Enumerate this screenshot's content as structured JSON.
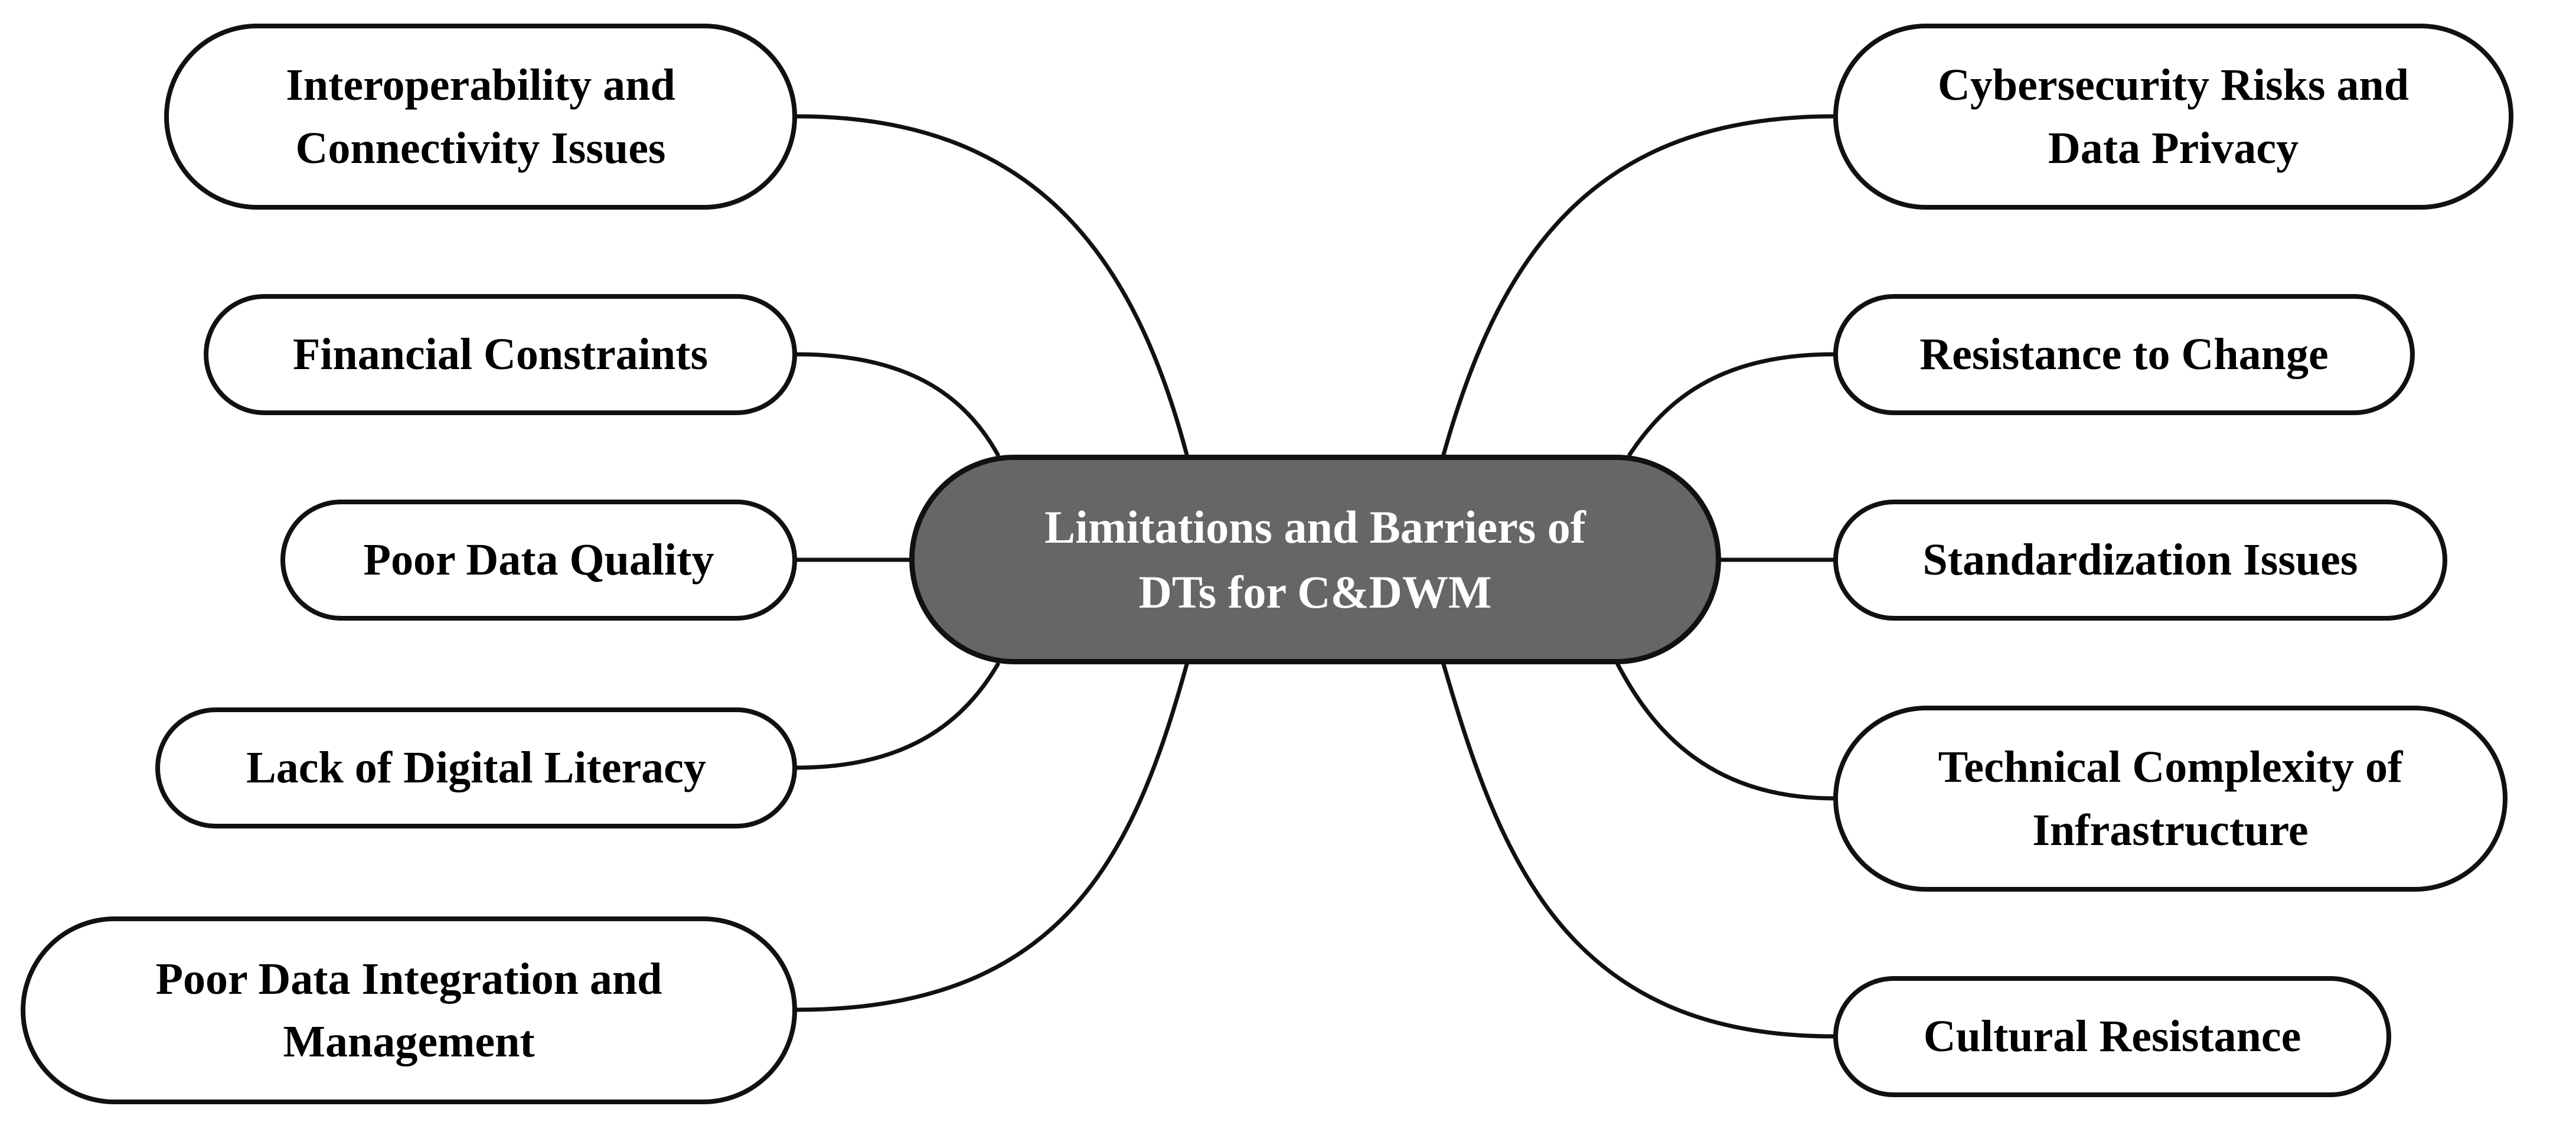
{
  "center": {
    "line1": "Limitations and Barriers of",
    "line2": "DTs for C&DWM"
  },
  "left_nodes": [
    {
      "line1": "Interoperability and",
      "line2": "Connectivity Issues"
    },
    {
      "line1": "Financial Constraints"
    },
    {
      "line1": "Poor Data Quality"
    },
    {
      "line1": "Lack of Digital Literacy"
    },
    {
      "line1": "Poor Data Integration and",
      "line2": "Management"
    }
  ],
  "right_nodes": [
    {
      "line1": "Cybersecurity Risks and",
      "line2": "Data Privacy"
    },
    {
      "line1": "Resistance to Change"
    },
    {
      "line1": "Standardization Issues"
    },
    {
      "line1": "Technical Complexity of",
      "line2": "Infrastructure"
    },
    {
      "line1": "Cultural Resistance"
    }
  ],
  "colors": {
    "center_fill": "#666666",
    "center_text": "#ffffff",
    "node_fill": "#ffffff",
    "outline": "#111111",
    "text": "#000000"
  }
}
